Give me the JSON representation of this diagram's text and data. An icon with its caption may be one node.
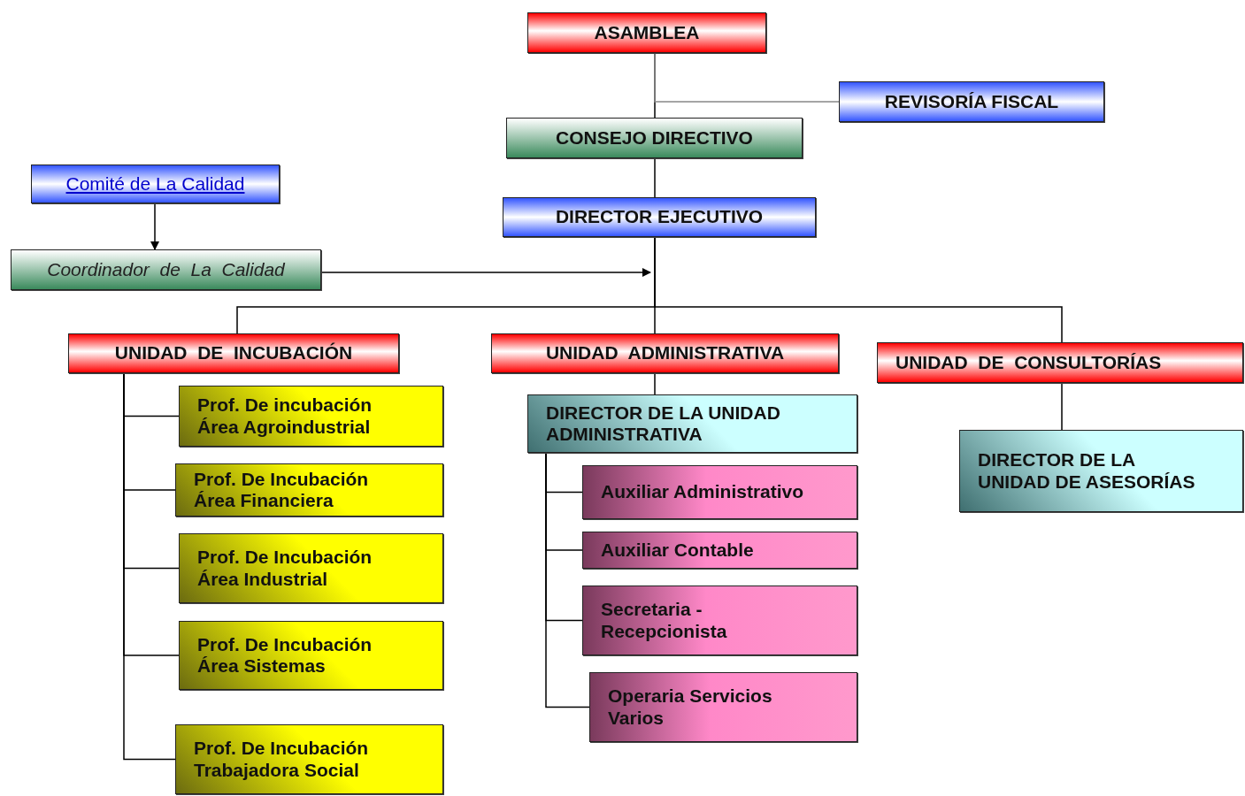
{
  "diagram": {
    "nodes": [
      {
        "text": [
          "ASAMBLEA"
        ]
      },
      {
        "text": [
          "REVISORÍA FISCAL"
        ]
      },
      {
        "text": [
          "CONSEJO DIRECTIVO"
        ]
      },
      {
        "text": [
          "Comité de La Calidad"
        ]
      },
      {
        "text": [
          "DIRECTOR EJECUTIVO"
        ]
      },
      {
        "text": [
          "Coordinador  de  La  Calidad"
        ]
      },
      {
        "text": [
          "UNIDAD  DE  INCUBACIÓN"
        ]
      },
      {
        "text": [
          "UNIDAD  ADMINISTRATIVA"
        ]
      },
      {
        "text": [
          "UNIDAD  DE  CONSULTORÍAS"
        ]
      },
      {
        "text": [
          "Prof. De incubación Área Agroindustrial"
        ]
      },
      {
        "text": [
          "Prof. De Incubación Área Financiera"
        ]
      },
      {
        "text": [
          "Prof. De Incubación Área Industrial"
        ]
      },
      {
        "text": [
          "Prof. De Incubación Área Sistemas"
        ]
      },
      {
        "text": [
          "Prof. De Incubación Trabajadora Social"
        ]
      },
      {
        "text": [
          "DIRECTOR DE LA UNIDAD ADMINISTRATIVA"
        ]
      },
      {
        "text": [
          "Auxiliar Administrativo"
        ]
      },
      {
        "text": [
          "Auxiliar Contable"
        ]
      },
      {
        "text": [
          "Secretaria - Recepcionista"
        ]
      },
      {
        "text": [
          "Operaria Servicios Varios"
        ]
      },
      {
        "text": [
          "DIRECTOR DE LA UNIDAD DE ASESORÍAS"
        ]
      }
    ],
    "edges": [
      {
        "from": 0,
        "to": 2,
        "arrow": "none"
      },
      {
        "from": 0,
        "to": 1,
        "arrow": "none",
        "color": "#888888"
      },
      {
        "from": 2,
        "to": 4,
        "arrow": "none"
      },
      {
        "from": 3,
        "to": 5,
        "arrow": "to"
      },
      {
        "from": 5,
        "to": null,
        "arrow": "to"
      },
      {
        "from": 4,
        "to": 6,
        "arrow": "none"
      },
      {
        "from": 4,
        "to": 7,
        "arrow": "none"
      },
      {
        "from": 4,
        "to": 8,
        "arrow": "none"
      },
      {
        "from": 6,
        "to": 9,
        "arrow": "none"
      },
      {
        "from": 6,
        "to": 10,
        "arrow": "none"
      },
      {
        "from": 6,
        "to": 11,
        "arrow": "none"
      },
      {
        "from": 6,
        "to": 12,
        "arrow": "none"
      },
      {
        "from": 6,
        "to": 13,
        "arrow": "none"
      },
      {
        "from": 7,
        "to": 14,
        "arrow": "none"
      },
      {
        "from": 14,
        "to": 15,
        "arrow": "none"
      },
      {
        "from": 14,
        "to": 16,
        "arrow": "none"
      },
      {
        "from": 14,
        "to": 17,
        "arrow": "none"
      },
      {
        "from": 14,
        "to": 18,
        "arrow": "none"
      },
      {
        "from": 8,
        "to": 19,
        "arrow": "none"
      }
    ]
  }
}
